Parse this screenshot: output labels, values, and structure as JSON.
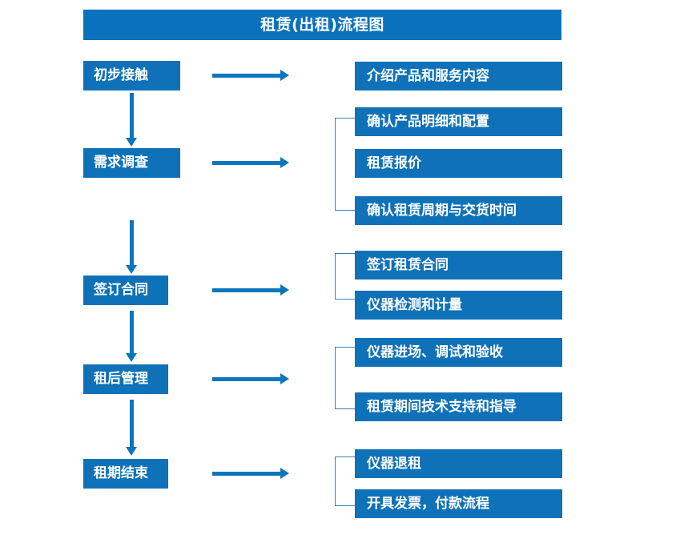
{
  "diagram": {
    "title": "租赁(出租)流程图",
    "colors": {
      "title_bar": "#0a72bd",
      "box_fill": "#0f72b8",
      "box_text": "#ffffff",
      "arrow": "#0b76be",
      "bracket": "#3a7fc0",
      "background": "#ffffff"
    },
    "stages": [
      {
        "id": "stage-1",
        "label": "初步接触"
      },
      {
        "id": "stage-2",
        "label": "需求调查"
      },
      {
        "id": "stage-3",
        "label": "签订合同"
      },
      {
        "id": "stage-4",
        "label": "租后管理"
      },
      {
        "id": "stage-5",
        "label": "租期结束"
      }
    ],
    "details": [
      {
        "id": "detail-1",
        "label": "介绍产品和服务内容",
        "group": 1
      },
      {
        "id": "detail-2",
        "label": "确认产品明细和配置",
        "group": 2
      },
      {
        "id": "detail-3",
        "label": "租赁报价",
        "group": 2
      },
      {
        "id": "detail-4",
        "label": "确认租赁周期与交货时间",
        "group": 2
      },
      {
        "id": "detail-5",
        "label": "签订租赁合同",
        "group": 3
      },
      {
        "id": "detail-6",
        "label": "仪器检测和计量",
        "group": 3
      },
      {
        "id": "detail-7",
        "label": "仪器进场、调试和验收",
        "group": 4
      },
      {
        "id": "detail-8",
        "label": "租赁期间技术支持和指导",
        "group": 4
      },
      {
        "id": "detail-9",
        "label": "仪器退租",
        "group": 5
      },
      {
        "id": "detail-10",
        "label": "开具发票，付款流程",
        "group": 5
      }
    ],
    "connectors": {
      "horizontal_arrow_count": 5,
      "vertical_arrow_count": 4,
      "bracket_count": 4
    }
  }
}
